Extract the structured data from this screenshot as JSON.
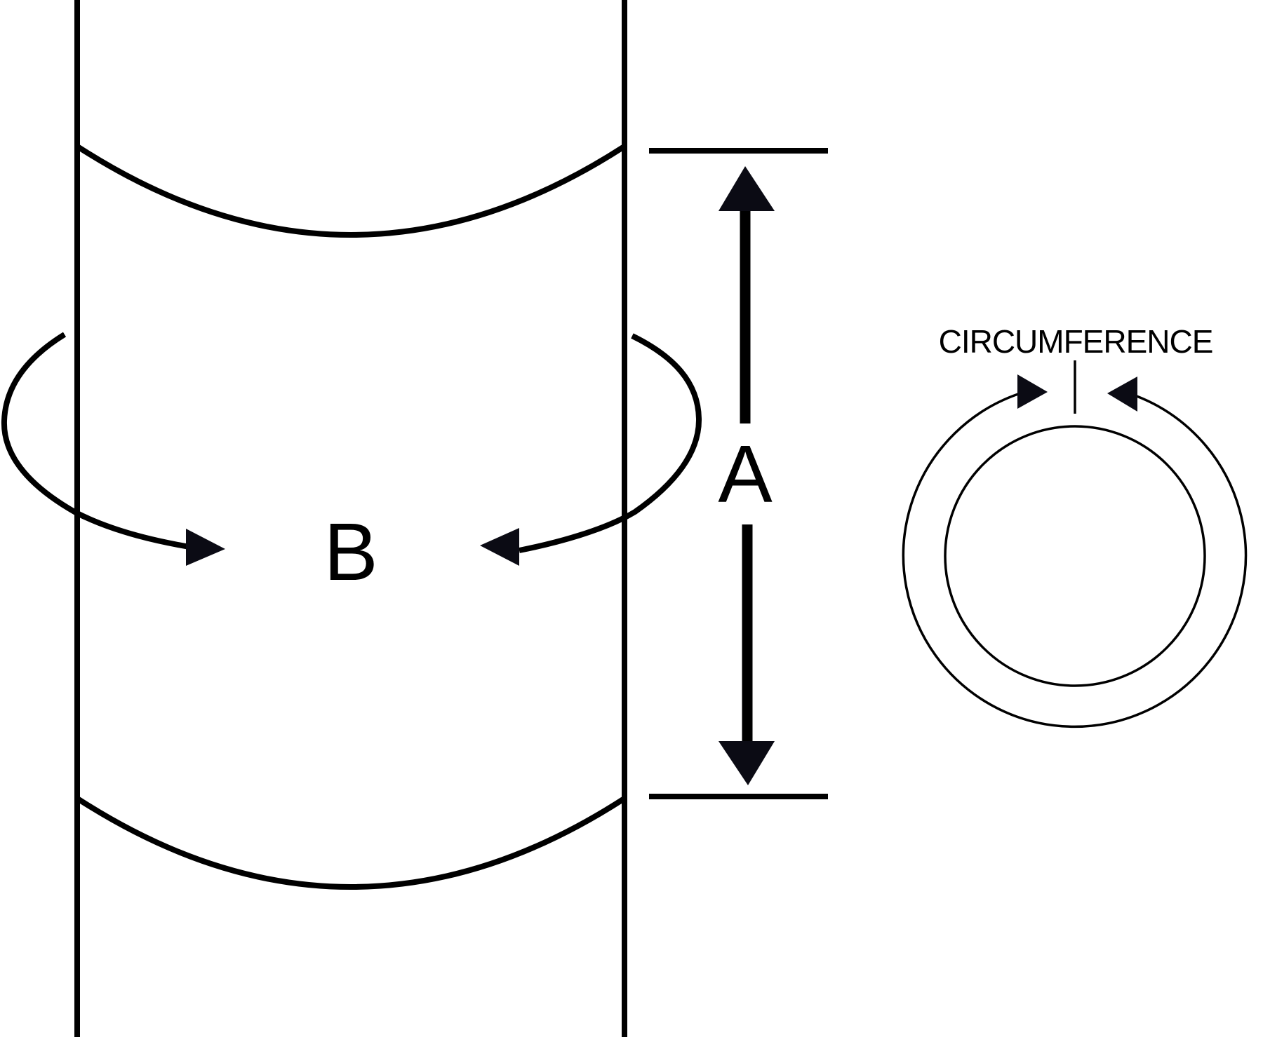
{
  "labels": {
    "a": "A",
    "b": "B",
    "circumference": "CIRCUMFERENCE"
  },
  "colors": {
    "stroke": "#000000",
    "arrowhead": "#0b0b14",
    "background": "#ffffff"
  }
}
